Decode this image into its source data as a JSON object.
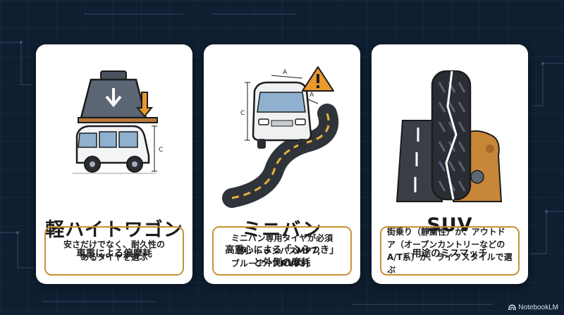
{
  "cards": [
    {
      "title": "軽ハイトワゴン",
      "subtitle": "車重による偏摩耗",
      "advice": "安さだけでなく、耐久性の\nあるタイヤを選ぶ",
      "dimension_label": "C"
    },
    {
      "title": "ミニバン",
      "subtitle": "高重心による「ふらつき」\nと外側の摩耗",
      "advice": "ミニバン専用タイヤが必須\n（例: トランパスMP7,\nブルーアースRV03)",
      "dimension_label_a": "A",
      "dimension_label_c": "C"
    },
    {
      "title": "SUV",
      "subtitle": "用途のミスマッチ",
      "advice": "街乗り（静粛性）か、アウトド\nア（オープンカントリーなどの\nA/T系）か、ライフスタイルで選ぶ"
    }
  ],
  "brand": {
    "name": "NotebookLM"
  },
  "colors": {
    "background": "#0f1e30",
    "card": "#ffffff",
    "accent_border": "#c99232",
    "warning": "#e89a2c",
    "text": "#1c1c1c"
  },
  "icons": [
    "weight-icon",
    "down-arrow-icon",
    "warning-icon",
    "tire-icon",
    "notebooklm-logo-icon"
  ]
}
